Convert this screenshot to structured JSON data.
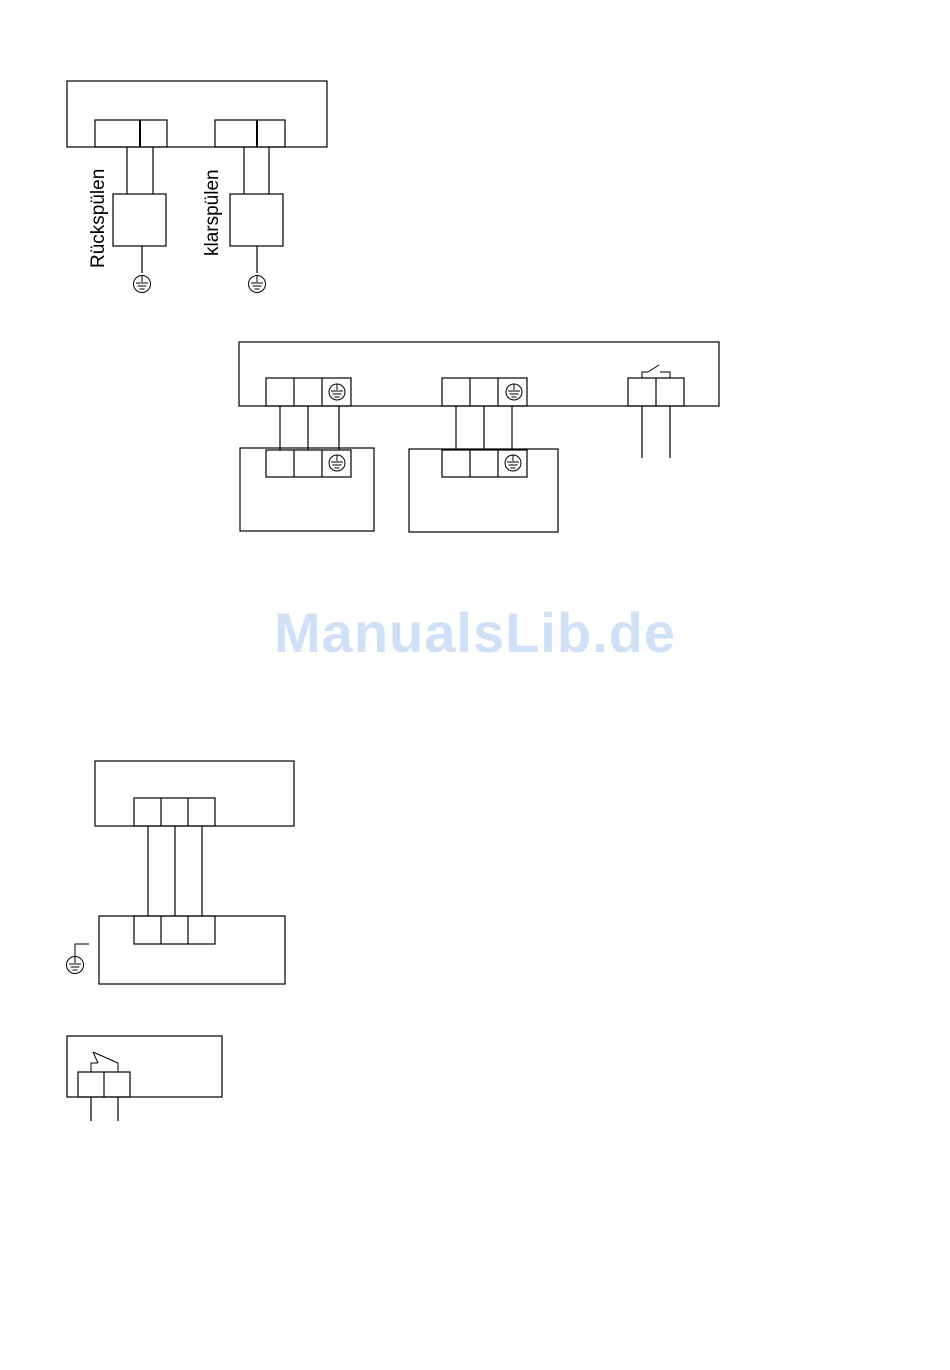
{
  "watermark": {
    "text": "ManualsLib.de",
    "color": "#cfe0f7"
  },
  "diagram1": {
    "label_backwash": "Rückspülen",
    "label_rinse": "klarspülen"
  },
  "icons": {
    "ground": "ground-symbol-icon",
    "switch": "relay-switch-icon"
  }
}
